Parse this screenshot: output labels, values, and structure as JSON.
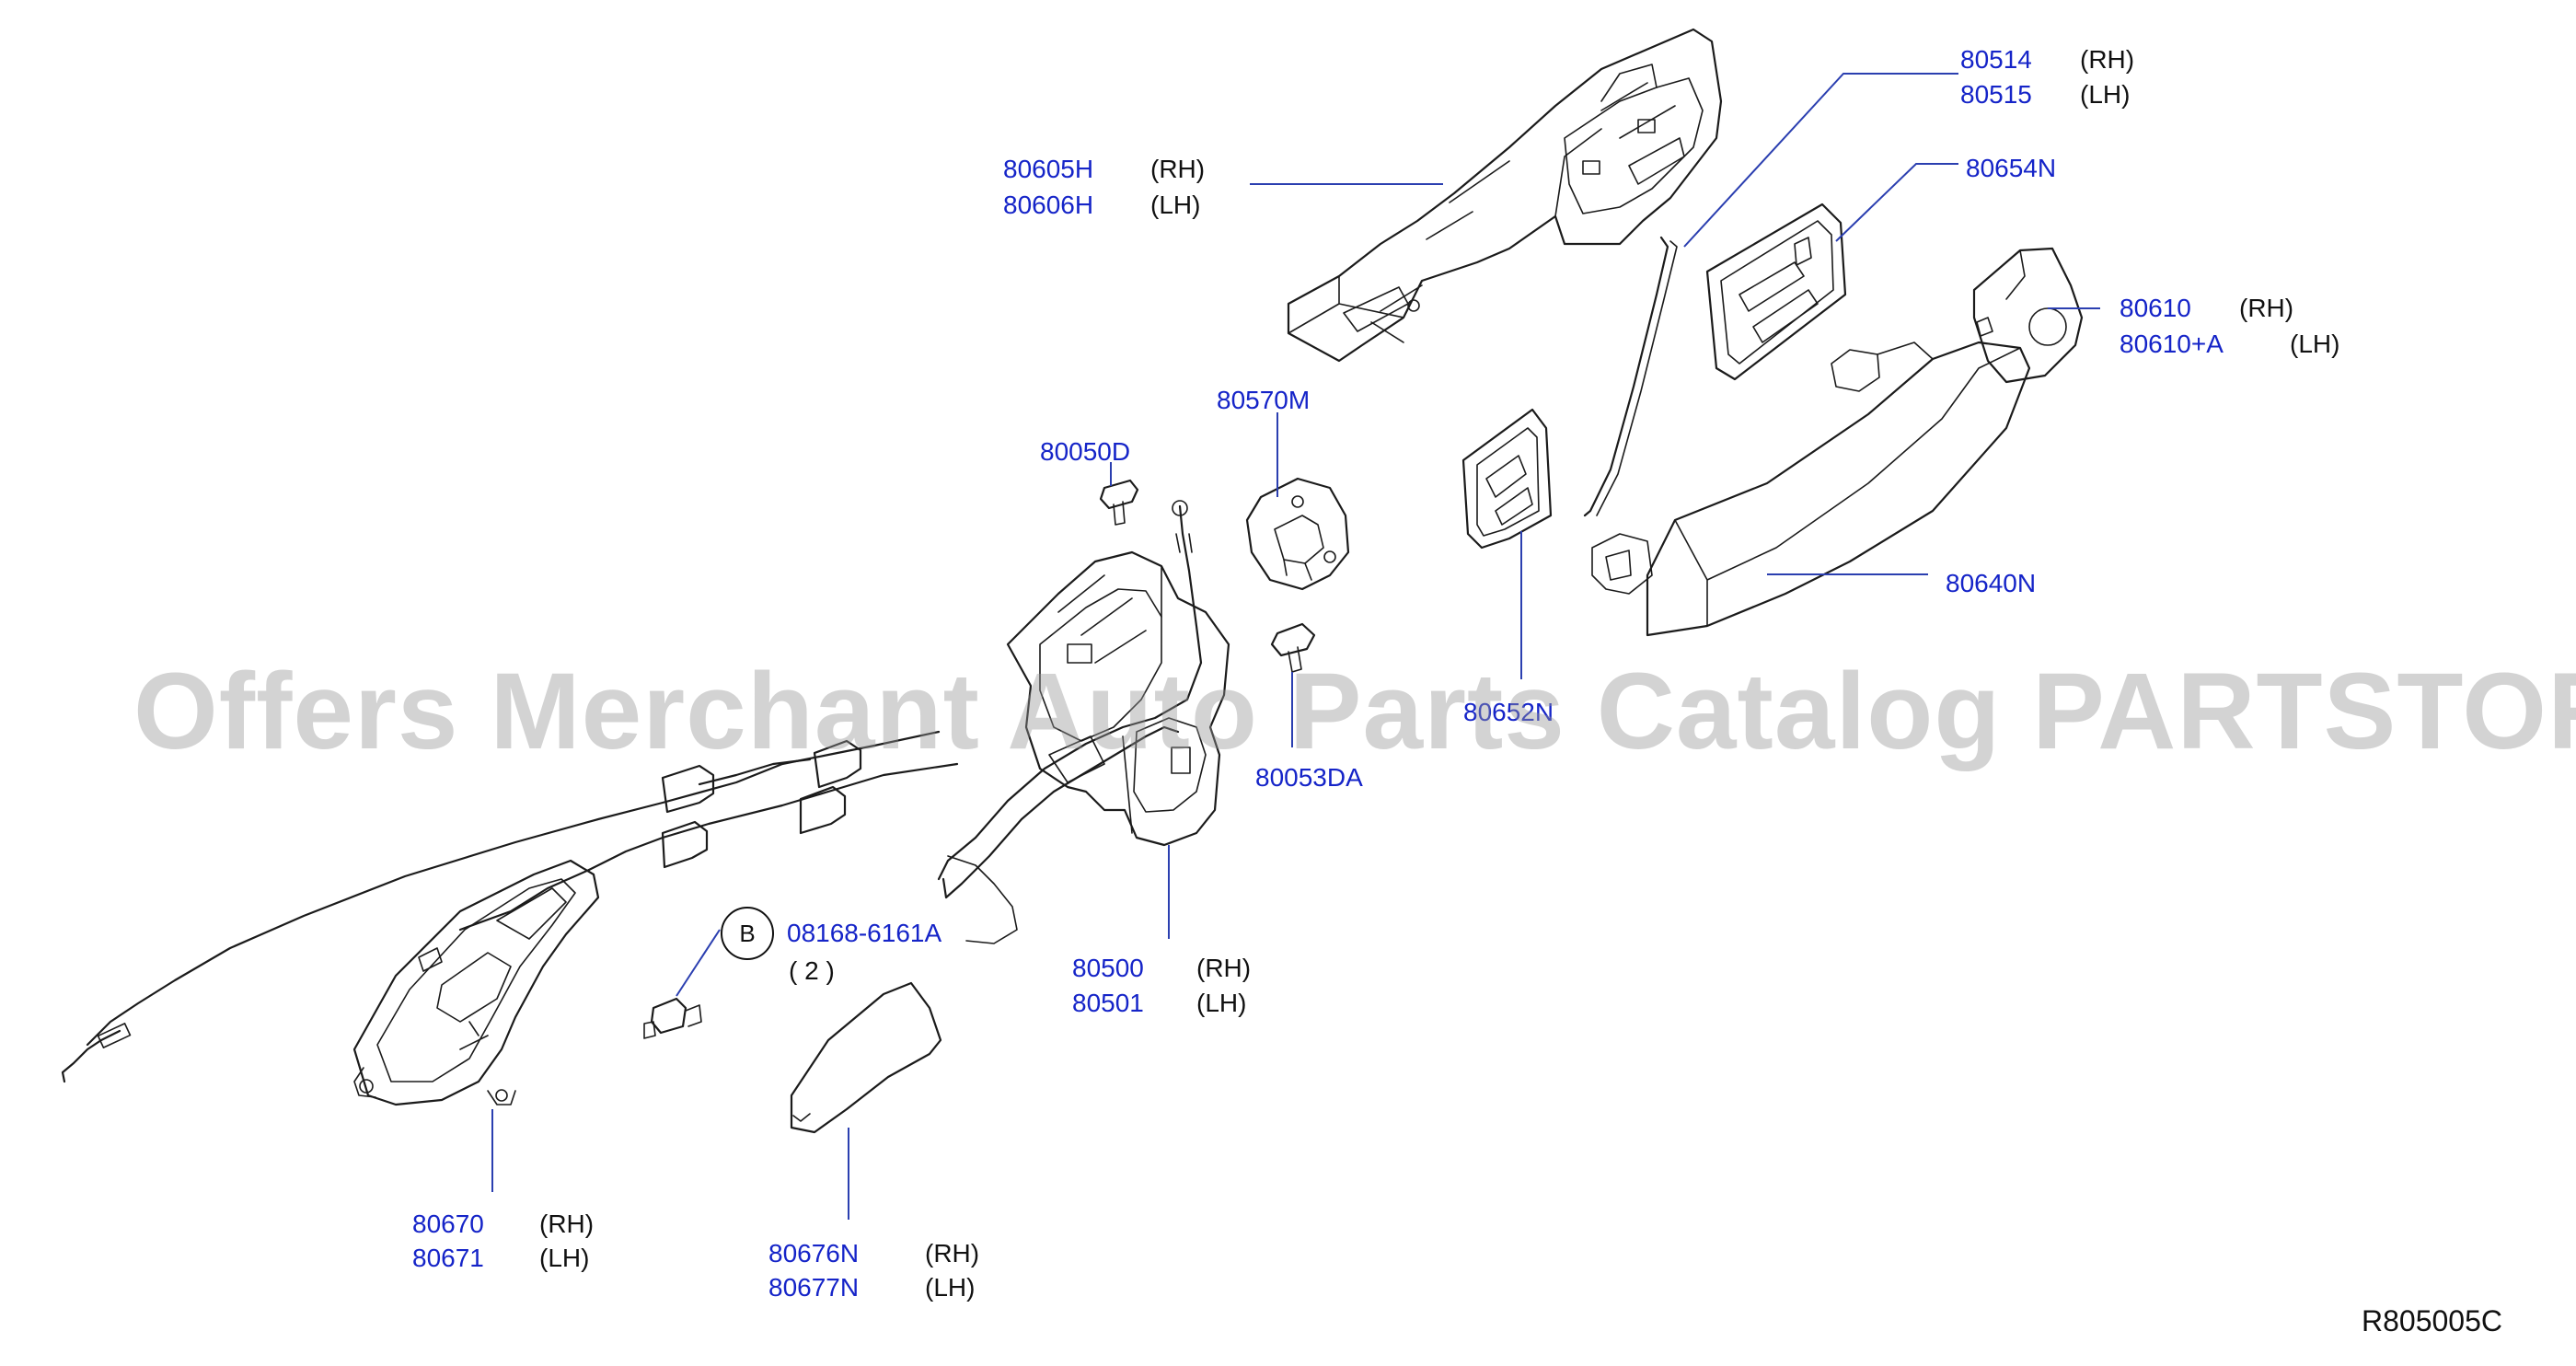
{
  "callouts": [
    {
      "id": "c80514",
      "part_numbers": [
        "80514",
        "80515"
      ],
      "sides": [
        "(RH)",
        "(LH)"
      ]
    },
    {
      "id": "c80605",
      "part_numbers": [
        "80605H",
        "80606H"
      ],
      "sides": [
        "(RH)",
        "(LH)"
      ]
    },
    {
      "id": "c80654",
      "part_numbers": [
        "80654N"
      ],
      "sides": []
    },
    {
      "id": "c80610",
      "part_numbers": [
        "80610",
        "80610+A"
      ],
      "sides": [
        "(RH)",
        "(LH)"
      ]
    },
    {
      "id": "c80570",
      "part_numbers": [
        "80570M"
      ],
      "sides": []
    },
    {
      "id": "c80050",
      "part_numbers": [
        "80050D"
      ],
      "sides": []
    },
    {
      "id": "c80640",
      "part_numbers": [
        "80640N"
      ],
      "sides": []
    },
    {
      "id": "c80652",
      "part_numbers": [
        "80652N"
      ],
      "sides": []
    },
    {
      "id": "c80053",
      "part_numbers": [
        "80053DA"
      ],
      "sides": []
    },
    {
      "id": "c08168",
      "part_numbers": [
        "08168-6161A"
      ],
      "sides": []
    },
    {
      "id": "c80500",
      "part_numbers": [
        "80500",
        "80501"
      ],
      "sides": [
        "(RH)",
        "(LH)"
      ]
    },
    {
      "id": "c80670",
      "part_numbers": [
        "80670",
        "80671"
      ],
      "sides": [
        "(RH)",
        "(LH)"
      ]
    },
    {
      "id": "c80676",
      "part_numbers": [
        "80676N",
        "80677N"
      ],
      "sides": [
        "(RH)",
        "(LH)"
      ]
    }
  ],
  "bolt_callout": {
    "symbol": "B",
    "quantity": "( 2 )"
  },
  "diagram_reference": "R805005C",
  "watermark": "Offers Merchant Auto Parts Catalog PARTSTORE.SA",
  "colors": {
    "part_number": "#1524c8",
    "leader_line": "#2b3fb0",
    "drawing": "#1b1b1b",
    "watermark": "#969696"
  }
}
